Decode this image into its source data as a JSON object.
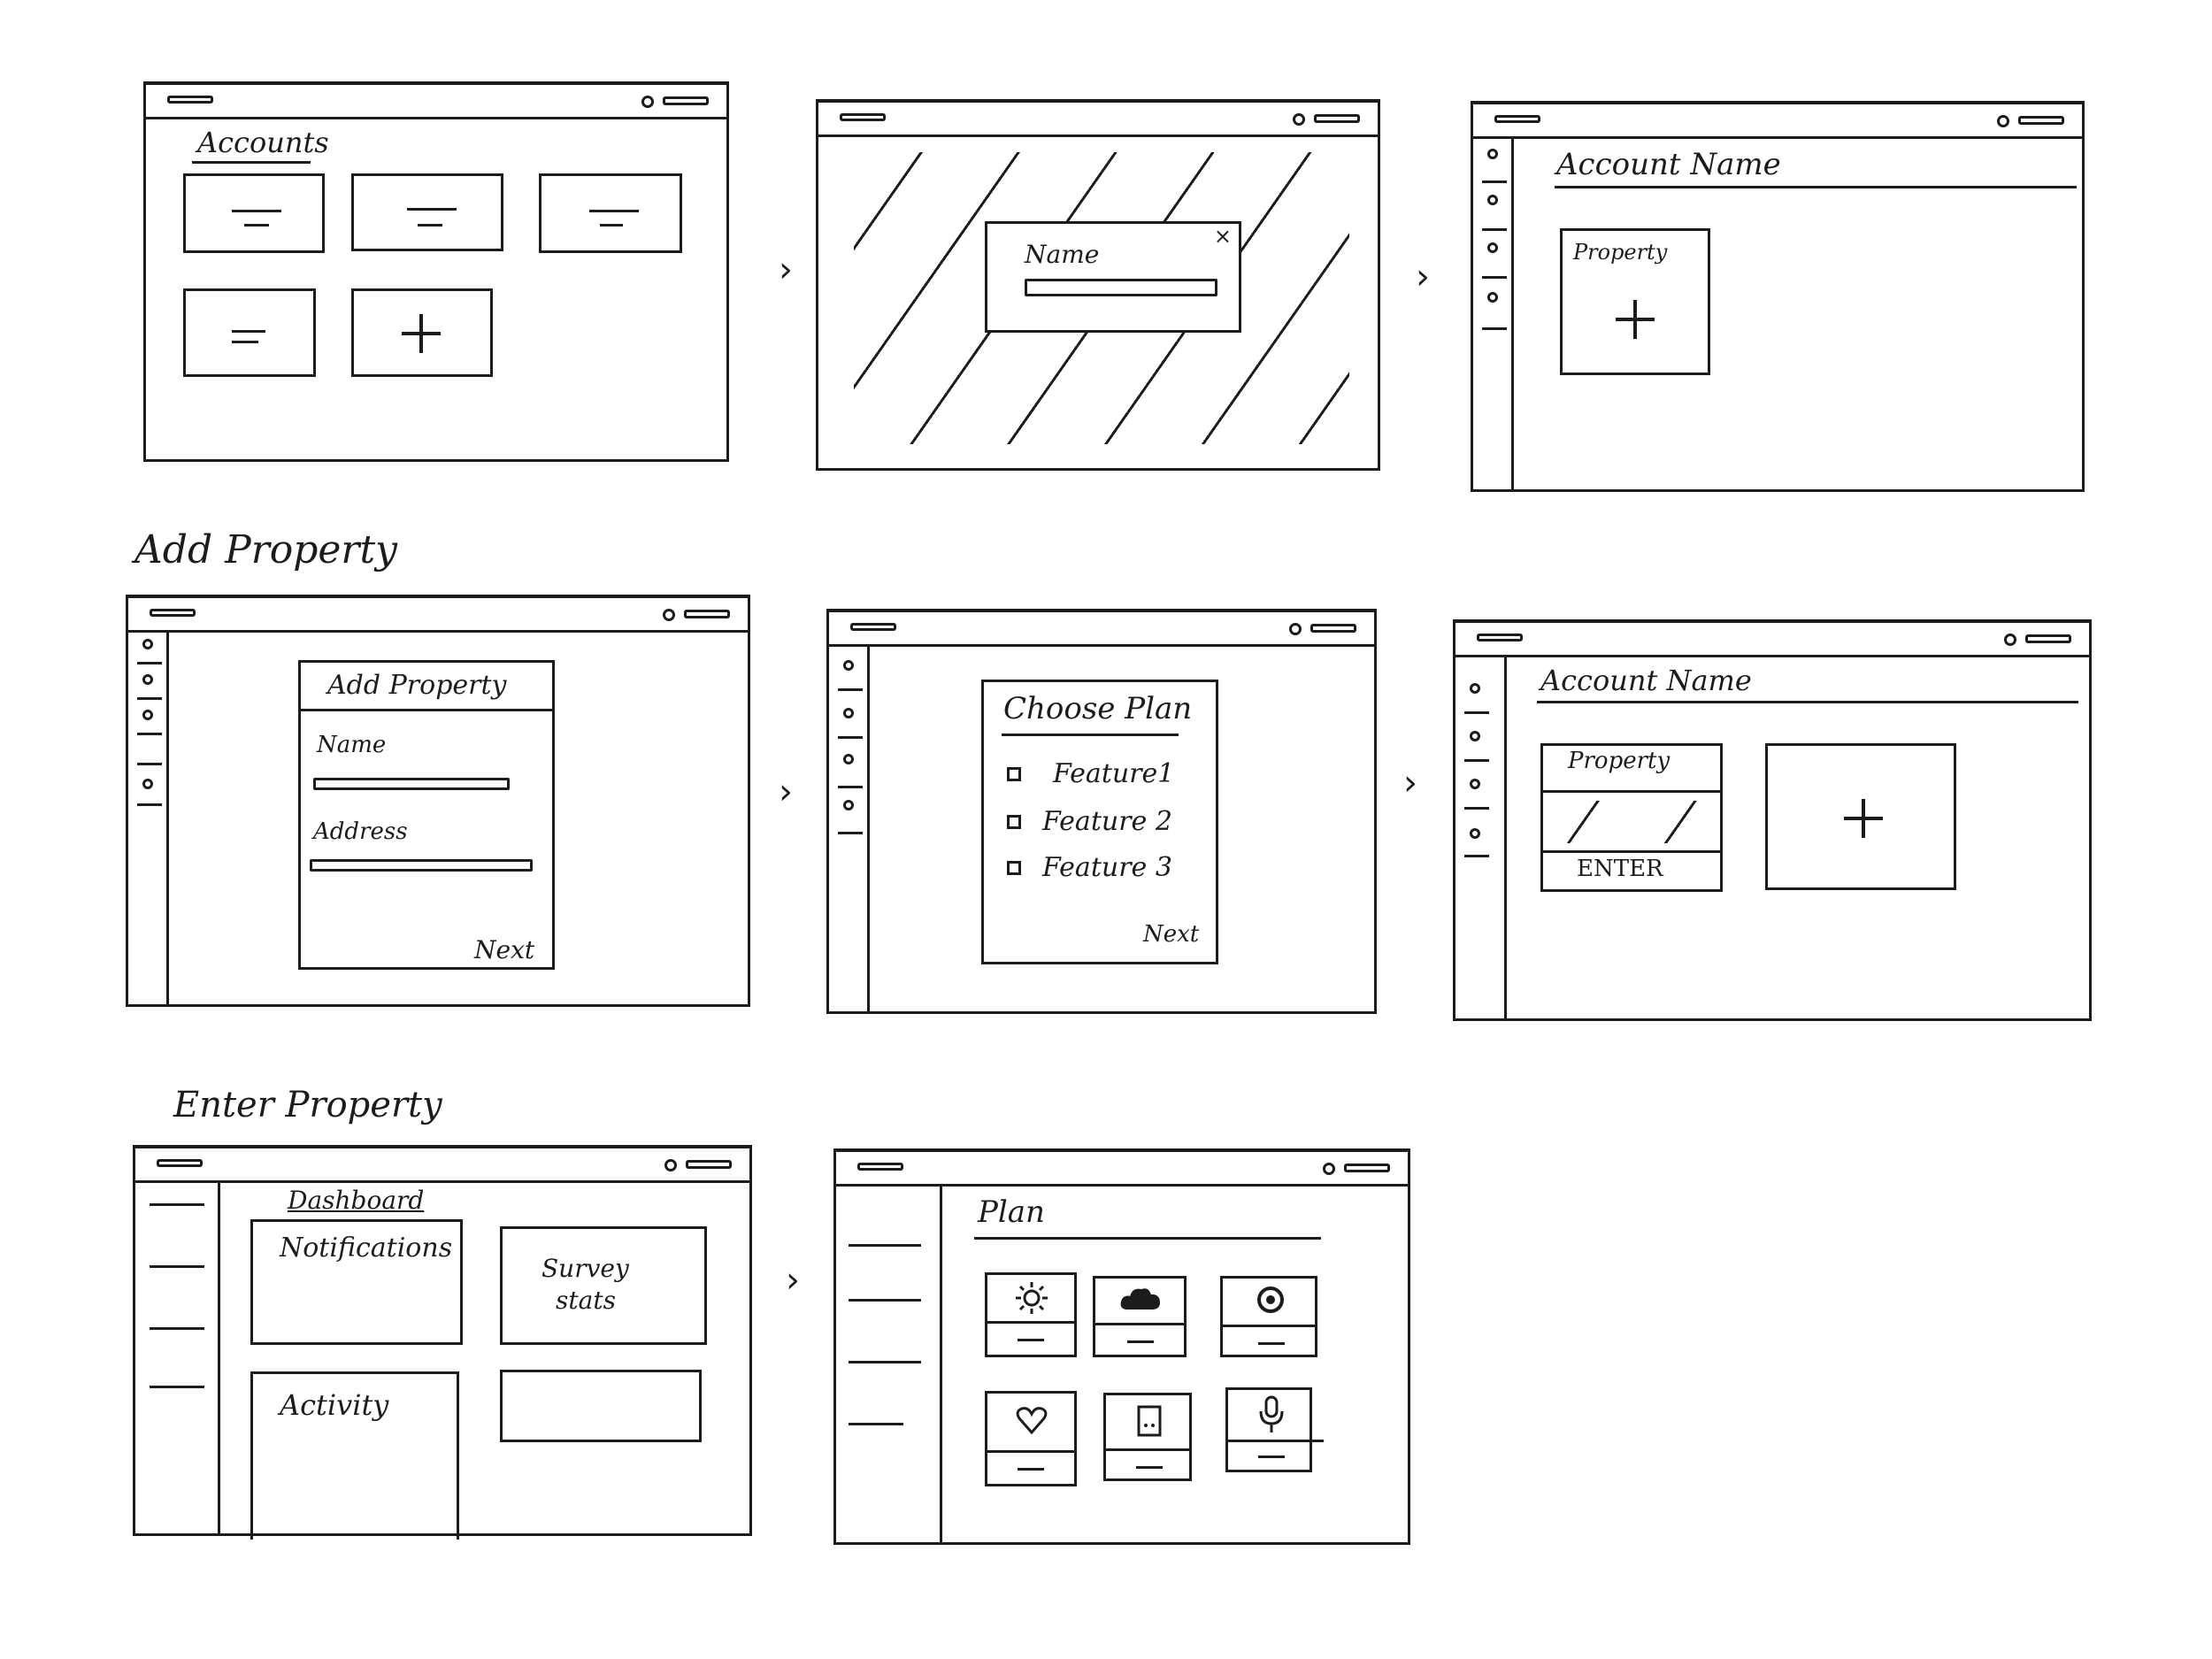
{
  "section_titles": {
    "add_property": "Add Property",
    "enter_property": "Enter Property"
  },
  "arrow_glyph": "›",
  "screens": {
    "accounts": {
      "title": "Accounts"
    },
    "name_modal": {
      "label": "Name",
      "close": "×"
    },
    "account_name_1": {
      "title": "Account Name",
      "card_label": "Property"
    },
    "add_property": {
      "title": "Add Property",
      "name_label": "Name",
      "address_label": "Address",
      "next": "Next"
    },
    "choose_plan": {
      "title": "Choose Plan",
      "features": [
        "Feature1",
        "Feature 2",
        "Feature 3"
      ],
      "next": "Next"
    },
    "account_name_2": {
      "title": "Account Name",
      "card_label": "Property",
      "enter": "ENTER"
    },
    "dashboard": {
      "title": "Dashboard",
      "notifications": "Notifications",
      "survey_stats_line1": "Survey",
      "survey_stats_line2": "stats",
      "activity": "Activity"
    },
    "plan": {
      "title": "Plan",
      "icons": [
        "sun-icon",
        "cloud-icon",
        "gear-icon",
        "heart-icon",
        "device-icon",
        "microphone-icon"
      ]
    }
  }
}
